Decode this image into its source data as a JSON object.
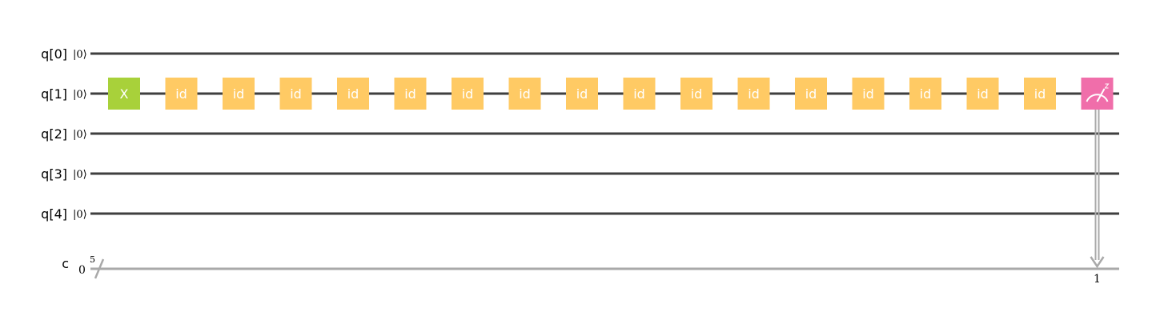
{
  "circuit": {
    "qubits": [
      {
        "label": "q[0]",
        "init": "|0⟩"
      },
      {
        "label": "q[1]",
        "init": "|0⟩"
      },
      {
        "label": "q[2]",
        "init": "|0⟩"
      },
      {
        "label": "q[3]",
        "init": "|0⟩"
      },
      {
        "label": "q[4]",
        "init": "|0⟩"
      }
    ],
    "classical": {
      "label": "c",
      "init": "0",
      "width": "5"
    },
    "gates": [
      {
        "qubit": 1,
        "label": "X",
        "type": "x"
      },
      {
        "qubit": 1,
        "label": "id",
        "type": "id"
      },
      {
        "qubit": 1,
        "label": "id",
        "type": "id"
      },
      {
        "qubit": 1,
        "label": "id",
        "type": "id"
      },
      {
        "qubit": 1,
        "label": "id",
        "type": "id"
      },
      {
        "qubit": 1,
        "label": "id",
        "type": "id"
      },
      {
        "qubit": 1,
        "label": "id",
        "type": "id"
      },
      {
        "qubit": 1,
        "label": "id",
        "type": "id"
      },
      {
        "qubit": 1,
        "label": "id",
        "type": "id"
      },
      {
        "qubit": 1,
        "label": "id",
        "type": "id"
      },
      {
        "qubit": 1,
        "label": "id",
        "type": "id"
      },
      {
        "qubit": 1,
        "label": "id",
        "type": "id"
      },
      {
        "qubit": 1,
        "label": "id",
        "type": "id"
      },
      {
        "qubit": 1,
        "label": "id",
        "type": "id"
      },
      {
        "qubit": 1,
        "label": "id",
        "type": "id"
      },
      {
        "qubit": 1,
        "label": "id",
        "type": "id"
      },
      {
        "qubit": 1,
        "label": "id",
        "type": "id"
      }
    ],
    "measure": {
      "qubit": 1,
      "bit_label": "1",
      "icon": "measure-meter-icon"
    },
    "colors": {
      "x_gate": "#a8d13a",
      "id_gate": "#ffca64",
      "measure_gate": "#f06eaa",
      "qubit_wire": "#3f3f3f",
      "classical_wire": "#a9a9a9"
    }
  }
}
